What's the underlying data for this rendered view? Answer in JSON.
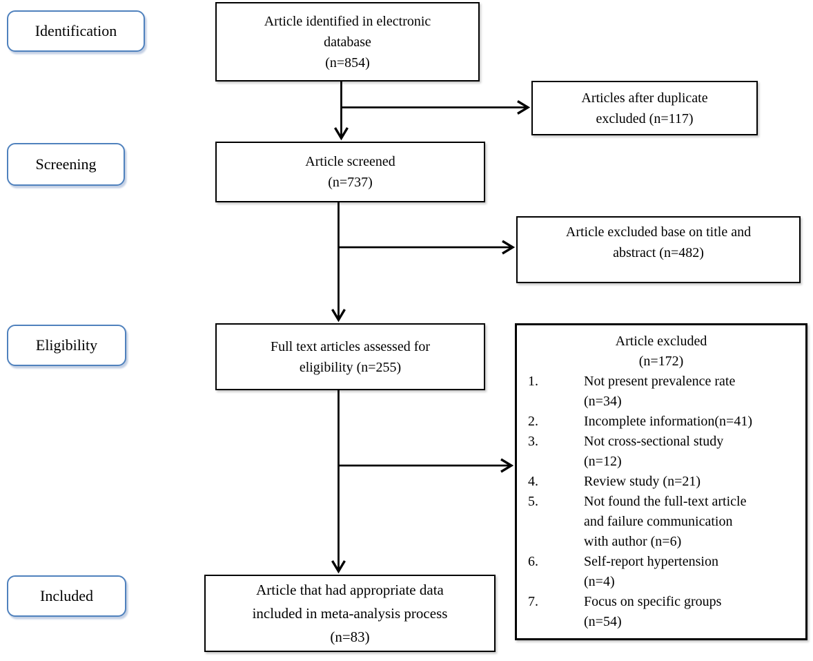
{
  "colors": {
    "stage_border": "#4F81BD",
    "box_border": "#000000",
    "arrow": "#000000"
  },
  "stages": [
    {
      "label": "Identification"
    },
    {
      "label": "Screening"
    },
    {
      "label": "Eligibility"
    },
    {
      "label": "Included"
    }
  ],
  "flow": {
    "identified": {
      "text": "Article identified in electronic\ndatabase\n(n=854)"
    },
    "screened": {
      "text": "Article screened\n(n=737)"
    },
    "fulltext": {
      "text": "Full text articles assessed for\neligibility (n=255)"
    },
    "included": {
      "text": "Article that had appropriate data\nincluded in meta-analysis process\n(n=83)"
    }
  },
  "side": {
    "duplicates": {
      "text": "Articles after duplicate\nexcluded (n=117)"
    },
    "title_abstract": {
      "text": "Article excluded base on title and\nabstract (n=482)"
    }
  },
  "excluded": {
    "title": "Article excluded",
    "count": "(n=172)",
    "items": [
      {
        "num": "1.",
        "text": "Not present prevalence rate\n(n=34)"
      },
      {
        "num": "2.",
        "text": "Incomplete information(n=41)"
      },
      {
        "num": "3.",
        "text": "Not cross-sectional study\n(n=12)"
      },
      {
        "num": "4.",
        "text": "Review study (n=21)"
      },
      {
        "num": "5.",
        "text": "Not found the full-text article\nand failure communication\nwith author (n=6)"
      },
      {
        "num": "6.",
        "text": "Self-report hypertension\n(n=4)"
      },
      {
        "num": "7.",
        "text": "Focus on specific groups\n(n=54)"
      }
    ]
  }
}
